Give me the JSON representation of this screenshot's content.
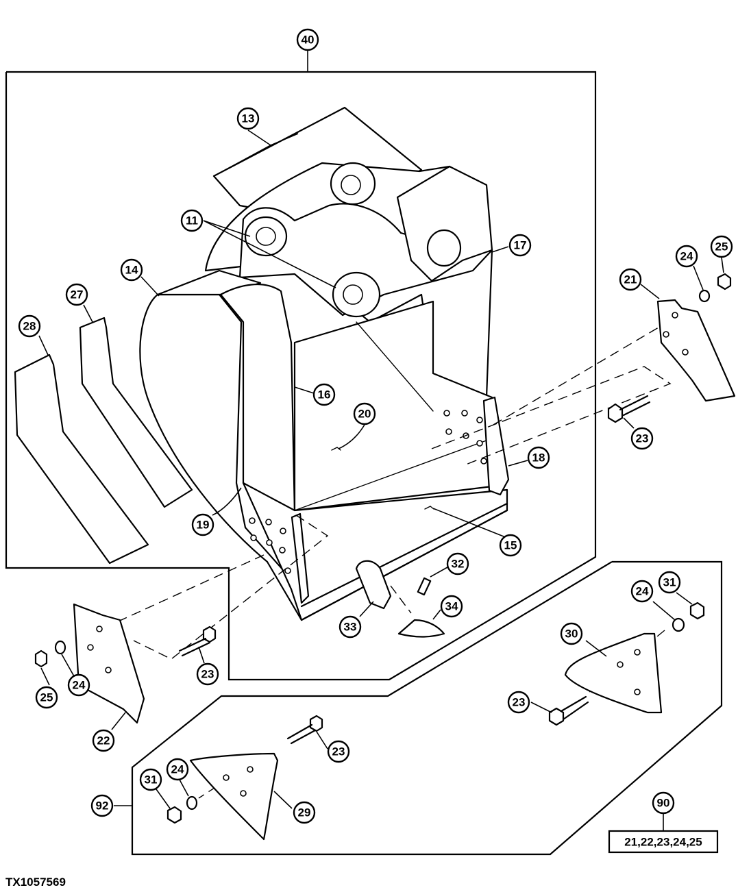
{
  "figure_id": "TX1057569",
  "callouts": {
    "c40": "40",
    "c13": "13",
    "c11": "11",
    "c17": "17",
    "c14": "14",
    "c27": "27",
    "c28": "28",
    "c16": "16",
    "c20": "20",
    "c18": "18",
    "c19": "19",
    "c15": "15",
    "c32": "32",
    "c34": "34",
    "c33": "33",
    "c21": "21",
    "c24a": "24",
    "c25a": "25",
    "c23a": "23",
    "c22": "22",
    "c25b": "25",
    "c24b": "24",
    "c23b": "23",
    "c30": "30",
    "c24c": "24",
    "c31a": "31",
    "c23c": "23",
    "c92": "92",
    "c31b": "31",
    "c24d": "24",
    "c23d": "23",
    "c29": "29",
    "c90": "90"
  },
  "kit_90_contents": "21,22,23,24,25"
}
